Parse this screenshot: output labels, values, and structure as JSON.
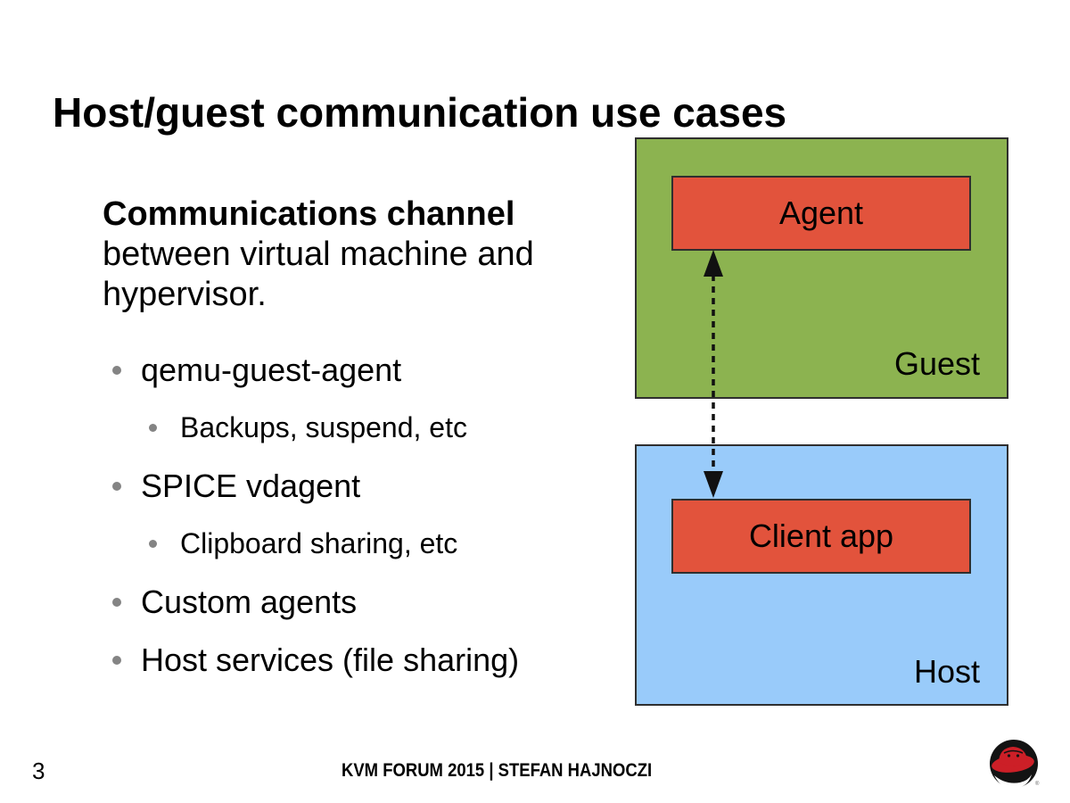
{
  "title": "Host/guest communication use cases",
  "body": {
    "lead_bold": "Communications channel",
    "lead_rest": "between virtual machine and hypervisor."
  },
  "bullets": [
    {
      "label": "qemu-guest-agent",
      "level": 1
    },
    {
      "label": "Backups, suspend, etc",
      "level": 2
    },
    {
      "label": "SPICE vdagent",
      "level": 1
    },
    {
      "label": "Clipboard sharing, etc",
      "level": 2
    },
    {
      "label": "Custom agents",
      "level": 1
    },
    {
      "label": "Host services (file sharing)",
      "level": 1
    }
  ],
  "diagram": {
    "guest_panel": {
      "label": "Guest",
      "inner_label": "Agent"
    },
    "host_panel": {
      "label": "Host",
      "inner_label": "Client app"
    },
    "arrow": "dashed-double-headed-vertical"
  },
  "footer": {
    "page_number": "3",
    "text": "KVM FORUM 2015 | STEFAN HAJNOCZI"
  },
  "icons": {
    "logo": "redhat-shadowman-logo"
  },
  "colors": {
    "green": "#8cb350",
    "blue": "#99cbfa",
    "red": "#e2533c",
    "border": "#2f2f2f",
    "bullet": "#848484",
    "logo-red": "#cc1f27"
  }
}
